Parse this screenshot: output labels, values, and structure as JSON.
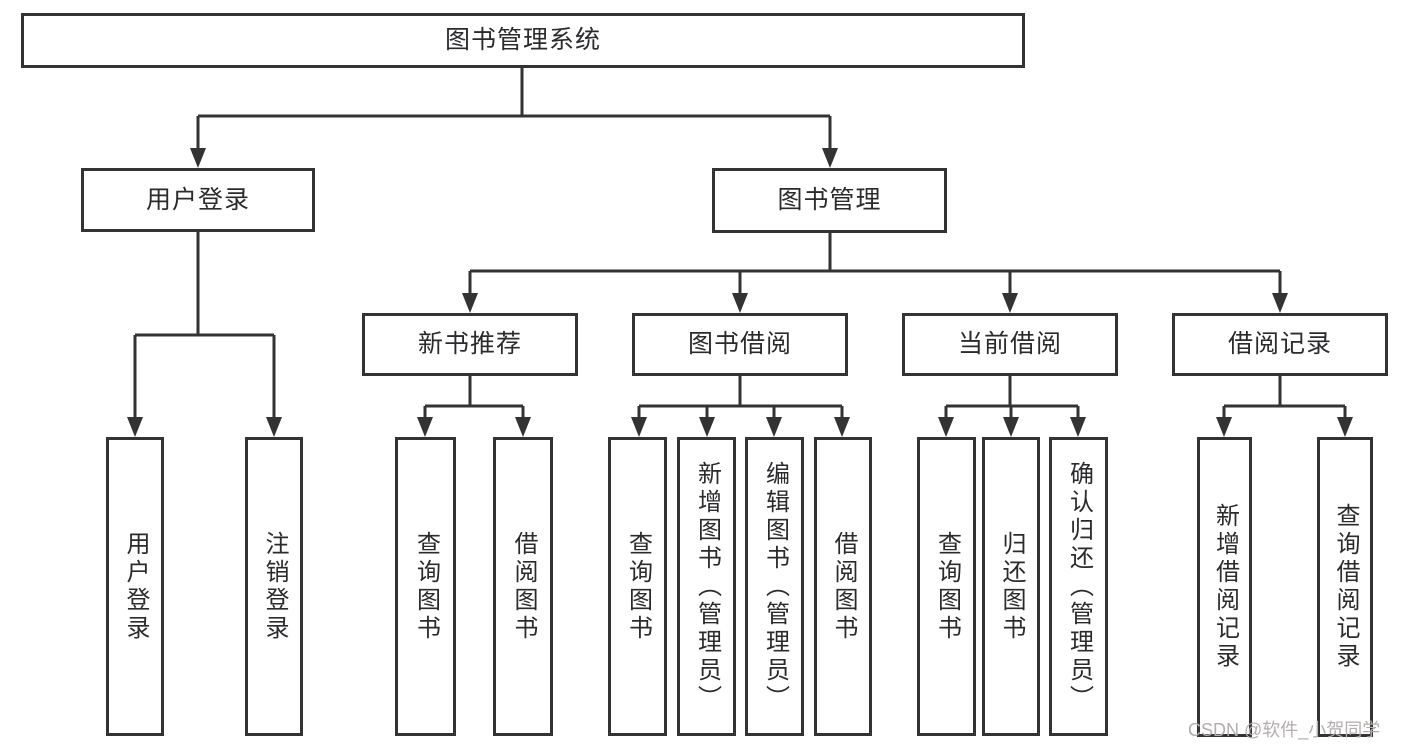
{
  "diagram_title": "图书管理系统",
  "nodes": {
    "root": "图书管理系统",
    "user_login": "用户登录",
    "book_mgmt": "图书管理",
    "new_book_rec": "新书推荐",
    "book_borrow": "图书借阅",
    "current_borrow": "当前借阅",
    "borrow_records": "借阅记录",
    "leaf_user_login": "用户登录",
    "leaf_logout": "注销登录",
    "leaf_query_book_1": "查询图书",
    "leaf_borrow_book_1": "借阅图书",
    "leaf_query_book_2": "查询图书",
    "leaf_add_book": "新增图书（管理员）",
    "leaf_edit_book": "编辑图书（管理员）",
    "leaf_borrow_book_2": "借阅图书",
    "leaf_query_book_3": "查询图书",
    "leaf_return_book": "归还图书",
    "leaf_confirm_return": "确认归还（管理员）",
    "leaf_add_borrow_record": "新增借阅记录",
    "leaf_query_borrow_record": "查询借阅记录"
  },
  "watermark": "CSDN @软件_小贺同学",
  "colors": {
    "line": "#333333",
    "border": "#333333",
    "text": "#2b2b2e",
    "watermark": "#b3adad",
    "background": "#ffffff"
  }
}
